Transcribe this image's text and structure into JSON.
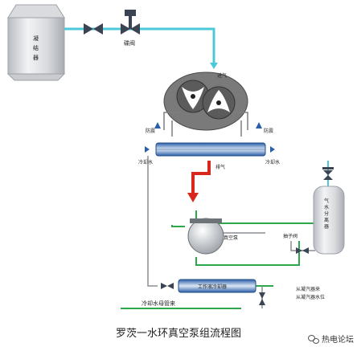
{
  "caption": "罗茨一水环真空泵组流程图",
  "watermark": "热电论坛",
  "labels": {
    "condenser": [
      "凝",
      "结",
      "器"
    ],
    "butterfly_valve": "碟阀",
    "inlet": "进气",
    "cooling_water_left": "冷却水",
    "cooling_water_right": "冷却水",
    "exhaust": "排气",
    "left_side": "防震",
    "right_side": "防震",
    "vacuum_pump": "真空泵",
    "ejector": "抽子阀",
    "heat_exchanger": "工作液冷却器",
    "separator": [
      "气",
      "水",
      "分",
      "离",
      "器"
    ],
    "from_condenser": "从凝汽器来",
    "to_condenser": "从凝汽器水位",
    "cooling_water_header": "冷却水母管来"
  },
  "colors": {
    "pipe_cyan": "#4dc8d8",
    "pipe_green": "#2aa84a",
    "arrow_red": "#d8281e",
    "pump_gray": "#707070"
  }
}
